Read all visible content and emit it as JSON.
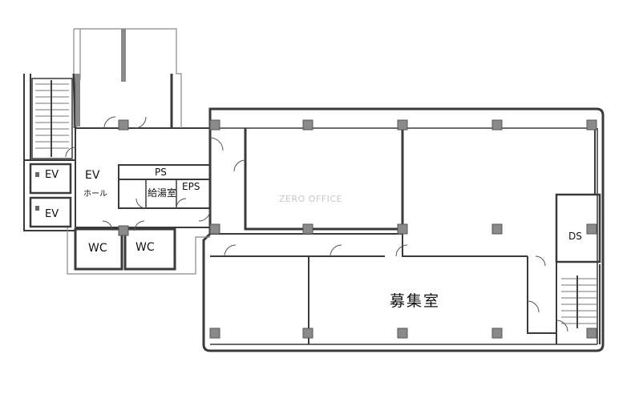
{
  "watermark": "ZERO OFFICE",
  "labels": {
    "ev_upper": "EV",
    "ev_lower": "EV",
    "ev_hall_line1": "EV",
    "ev_hall_line2": "ホール",
    "ps": "PS",
    "kitchen": "給湯室",
    "eps": "EPS",
    "wc_left": "WC",
    "wc_right": "WC",
    "ds": "DS",
    "vacant_room": "募集室"
  },
  "colors": {
    "wall": "#3a3a3a",
    "column": "#8a8a8a",
    "line": "#555555",
    "watermark": "#c8c8c8"
  }
}
